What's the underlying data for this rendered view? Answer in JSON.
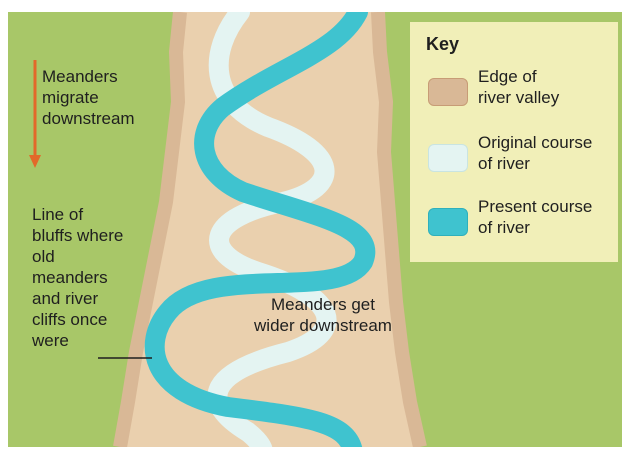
{
  "labels": {
    "migrate": "Meanders migrate downstream",
    "bluffs": "Line of bluffs where old meanders and river cliffs once were",
    "wider": "Meanders get wider downstream"
  },
  "label_lines": {
    "migrate": [
      "Meanders",
      "migrate",
      "downstream"
    ],
    "bluffs": [
      "Line of",
      "bluffs where",
      "old",
      "meanders",
      "and river",
      "cliffs once",
      "were"
    ],
    "wider": [
      "Meanders get",
      "wider downstream"
    ]
  },
  "key": {
    "title": "Key",
    "items": [
      {
        "lines": [
          "Edge of",
          "river valley"
        ],
        "color": "#d9b896"
      },
      {
        "lines": [
          "Original course",
          "of river"
        ],
        "color": "#e4f4f2"
      },
      {
        "lines": [
          "Present course",
          "of river"
        ],
        "color": "#3fc3cf"
      }
    ]
  },
  "colors": {
    "land": "#a8c768",
    "valley_floor": "#ead0ae",
    "valley_edge": "#d9b896",
    "original_river": "#e4f4f2",
    "present_river": "#3fc3cf",
    "arrow": "#e2692a",
    "key_background": "#f1efb8"
  }
}
